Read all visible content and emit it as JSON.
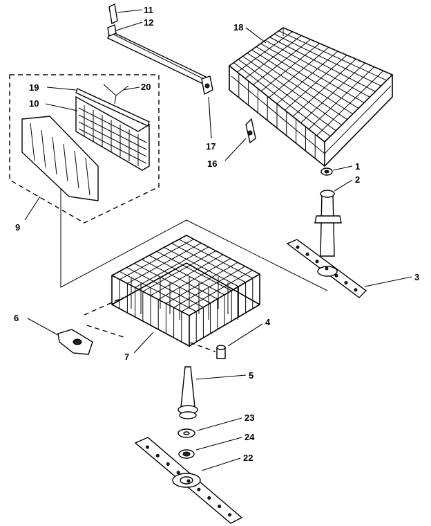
{
  "callouts": [
    {
      "id": "1",
      "label": "1"
    },
    {
      "id": "2",
      "label": "2"
    },
    {
      "id": "3",
      "label": "3"
    },
    {
      "id": "4",
      "label": "4"
    },
    {
      "id": "5",
      "label": "5"
    },
    {
      "id": "6",
      "label": "6"
    },
    {
      "id": "7",
      "label": "7"
    },
    {
      "id": "9",
      "label": "9"
    },
    {
      "id": "10",
      "label": "10"
    },
    {
      "id": "11",
      "label": "11"
    },
    {
      "id": "12",
      "label": "12"
    },
    {
      "id": "16",
      "label": "16"
    },
    {
      "id": "17",
      "label": "17"
    },
    {
      "id": "18",
      "label": "18"
    },
    {
      "id": "19",
      "label": "19"
    },
    {
      "id": "20",
      "label": "20"
    },
    {
      "id": "22",
      "label": "22"
    },
    {
      "id": "23",
      "label": "23"
    },
    {
      "id": "24",
      "label": "24"
    }
  ],
  "colors": {
    "ink": "#000000",
    "paper": "#ffffff"
  }
}
